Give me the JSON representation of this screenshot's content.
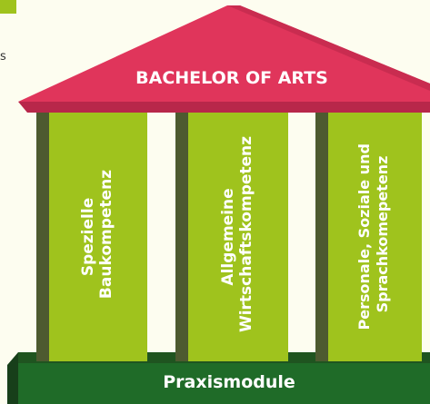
{
  "diagram": {
    "roof_label": "BACHELOR OF ARTS",
    "base_label": "Praxismodule",
    "side_text_fragment": "s",
    "pillars": [
      {
        "lines": [
          "Spezielle",
          "Baukompetenz"
        ]
      },
      {
        "lines": [
          "Allgemeine",
          "Wirtschaftskompetenz"
        ]
      },
      {
        "lines": [
          "Personale, Soziale und",
          "Sprachkomepetenz"
        ]
      }
    ]
  },
  "colors": {
    "background": "#fdfdf0",
    "roof": "#e0355b",
    "roof_shade": "#b8274a",
    "pillar_front": "#9fc31d",
    "pillar_side": "#4d5a30",
    "base_top": "#2e7d32",
    "base_front": "#1f6b28",
    "base_top_shade": "#1f5420",
    "text": "#ffffff"
  }
}
